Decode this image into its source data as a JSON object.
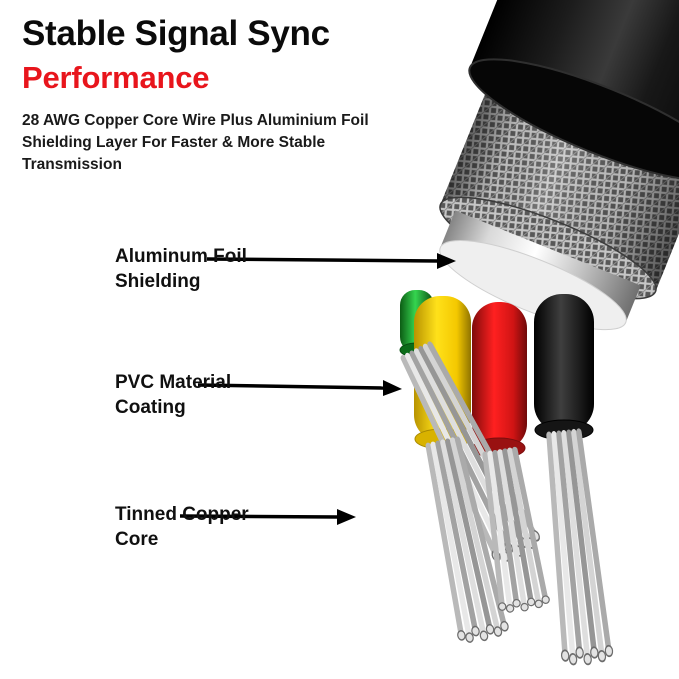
{
  "header": {
    "title": "Stable Signal Sync",
    "subtitle": "Performance",
    "subtitle_color": "#e8151c",
    "description": "28 AWG Copper Core Wire Plus Aluminium Foil\nShielding Layer For Faster & More Stable\nTransmission"
  },
  "callouts": [
    {
      "label": "Aluminum Foil\nShielding"
    },
    {
      "label": "PVC Material\nCoating"
    },
    {
      "label": "Tinned Copper\nCore"
    }
  ]
}
